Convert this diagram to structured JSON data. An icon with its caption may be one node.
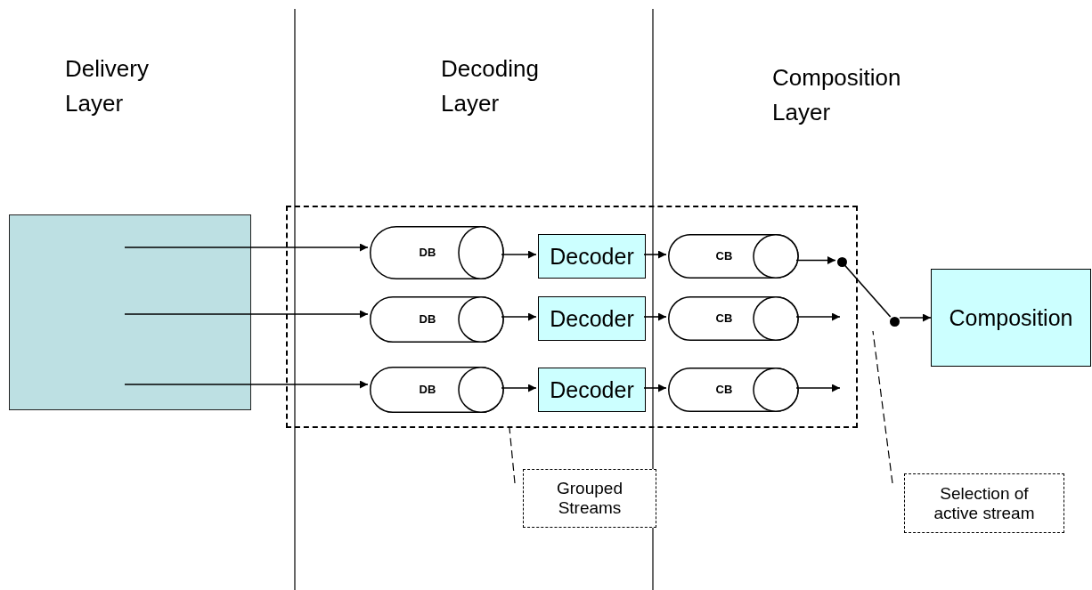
{
  "diagram": {
    "nodes": [
      {
        "text": [],
        "shape": "box"
      },
      {
        "text": [],
        "shape": "box"
      },
      {
        "text": [
          "DB"
        ],
        "in": 1
      },
      {
        "text": [
          "DB"
        ],
        "in": 1
      },
      {
        "text": [
          "DB"
        ],
        "in": 1
      },
      {
        "text": [
          "Decoder"
        ],
        "in": 1
      },
      {
        "text": [
          "Decoder"
        ],
        "in": 1
      },
      {
        "text": [
          "Decoder"
        ],
        "in": 1
      },
      {
        "text": [
          "CB"
        ],
        "in": 1
      },
      {
        "text": [
          "CB"
        ],
        "in": 1
      },
      {
        "text": [
          "CB"
        ],
        "in": 1
      },
      {
        "text": [],
        "shape": "circle",
        "in": 1
      },
      {
        "text": [],
        "shape": "circle"
      },
      {
        "text": [
          "Composition"
        ]
      },
      {
        "text": [
          "Grouped Streams"
        ]
      },
      {
        "text": [
          "Selection of active stream"
        ]
      }
    ],
    "edges": [
      {
        "from": 0,
        "to": 2,
        "arrow": "to"
      },
      {
        "from": 0,
        "to": 3,
        "arrow": "to"
      },
      {
        "from": 0,
        "to": 4,
        "arrow": "to"
      },
      {
        "from": 2,
        "to": 5,
        "arrow": "to"
      },
      {
        "from": 3,
        "to": 6,
        "arrow": "to"
      },
      {
        "from": 4,
        "to": 7,
        "arrow": "to"
      },
      {
        "from": 5,
        "to": 8,
        "arrow": "to"
      },
      {
        "from": 6,
        "to": 9,
        "arrow": "to"
      },
      {
        "from": 7,
        "to": 10,
        "arrow": "to"
      },
      {
        "from": 8,
        "to": 11,
        "arrow": "to"
      },
      {
        "from": 9,
        "to": null,
        "arrow": "to"
      },
      {
        "from": 10,
        "to": null,
        "arrow": "to"
      },
      {
        "from": 11,
        "to": 12,
        "arrow": "none"
      },
      {
        "from": 12,
        "to": 13,
        "arrow": "to"
      },
      {
        "from": 14,
        "to": 1,
        "arrow": "none",
        "style": "dashed"
      },
      {
        "from": 15,
        "to": null,
        "arrow": "none",
        "style": "dashed"
      }
    ],
    "labels": [
      "Delivery Layer",
      "Decoding Layer",
      "Composition Layer"
    ]
  }
}
